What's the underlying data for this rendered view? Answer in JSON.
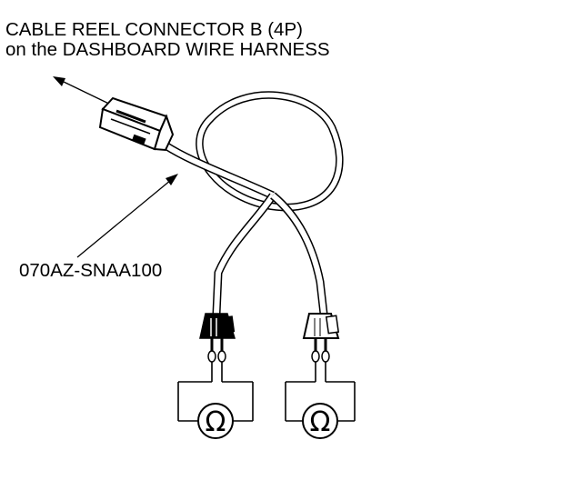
{
  "callouts": {
    "connector_line1": "CABLE REEL CONNECTOR B (4P)",
    "connector_line2": "on the DASHBOARD WIRE HARNESS",
    "tool_part_number": "070AZ-SNAA100"
  },
  "meters": {
    "left_symbol": "Ω",
    "right_symbol": "Ω"
  },
  "icons": {
    "meter": "ohmmeter-icon",
    "connector": "harness-connector-icon",
    "clip": "test-probe-clip-icon"
  }
}
